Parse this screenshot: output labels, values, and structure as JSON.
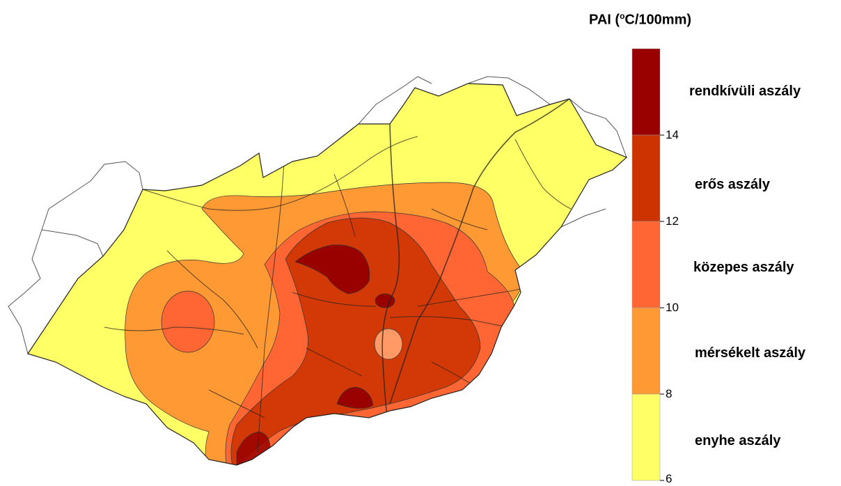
{
  "legend": {
    "title_prefix": "PAI (",
    "title_sup": "o",
    "title_suffix": "C/100mm)",
    "categories": [
      {
        "label": "rendkívüli aszály",
        "color": "#990000",
        "range": [
          14,
          16
        ]
      },
      {
        "label": "erős aszály",
        "color": "#cc3300",
        "range": [
          12,
          14
        ]
      },
      {
        "label": "közepes aszály",
        "color": "#ff6633",
        "range": [
          10,
          12
        ]
      },
      {
        "label": "mérsékelt aszály",
        "color": "#ff9933",
        "range": [
          8,
          10
        ]
      },
      {
        "label": "enyhe aszály",
        "color": "#ffff66",
        "range": [
          6,
          8
        ]
      }
    ],
    "ticks": [
      "14",
      "12",
      "10",
      "8",
      "6"
    ]
  }
}
